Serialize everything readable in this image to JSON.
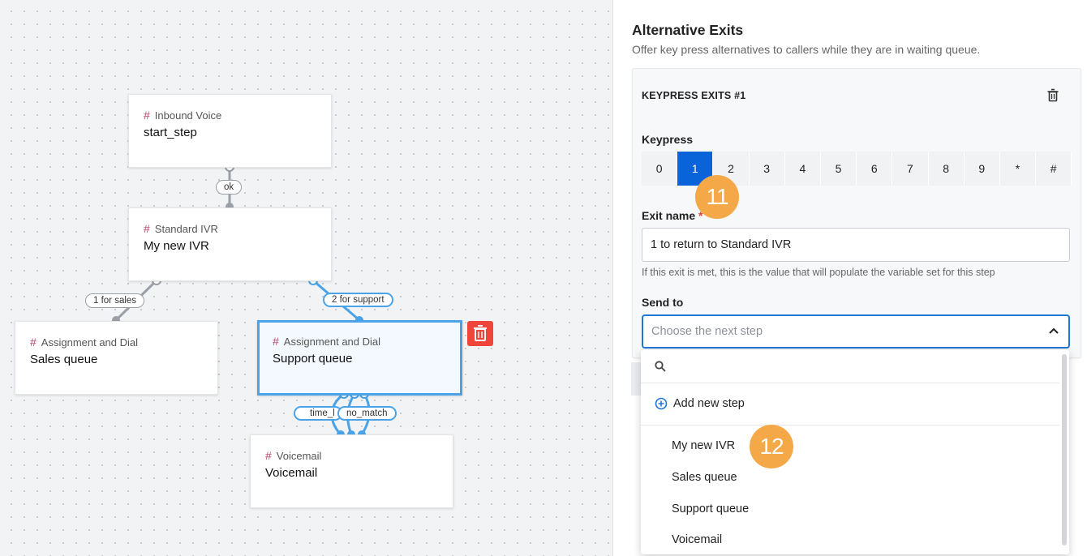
{
  "canvas": {
    "nodes": [
      {
        "type": "Inbound Voice",
        "name": "start_step"
      },
      {
        "type": "Standard IVR",
        "name": "My new IVR"
      },
      {
        "type": "Assignment and Dial",
        "name": "Sales queue"
      },
      {
        "type": "Assignment and Dial",
        "name": "Support queue"
      },
      {
        "type": "Voicemail",
        "name": "Voicemail"
      }
    ],
    "hash": "#",
    "edge_labels": {
      "ok": "ok",
      "sales": "1 for sales",
      "support": "2 for support",
      "time": "time_l",
      "no_match": "no_match"
    },
    "delete_icon": "trash-icon"
  },
  "panel": {
    "title": "Alternative Exits",
    "subtitle": "Offer key press alternatives to callers while they are in waiting queue.",
    "card_title": "KEYPRESS EXITS #1",
    "keypress_label": "Keypress",
    "keys": [
      "0",
      "1",
      "2",
      "3",
      "4",
      "5",
      "6",
      "7",
      "8",
      "9",
      "*",
      "#"
    ],
    "selected_key": "1",
    "exit_name_label": "Exit name",
    "required_mark": "*",
    "exit_name_value": "1 to return to Standard IVR",
    "exit_name_hint": "If this exit is met, this is the value that will populate the variable set for this step",
    "send_to_label": "Send to",
    "send_to_placeholder": "Choose the next step"
  },
  "dropdown": {
    "add_new": "Add new step",
    "options": [
      "My new IVR",
      "Sales queue",
      "Support queue",
      "Voicemail"
    ]
  },
  "badges": [
    "11",
    "12"
  ],
  "colors": {
    "accent": "#0a64d9",
    "selected_node": "#4aa3e8",
    "delete": "#f0453a",
    "badge": "#f5a848",
    "hash": "#b7466e"
  }
}
